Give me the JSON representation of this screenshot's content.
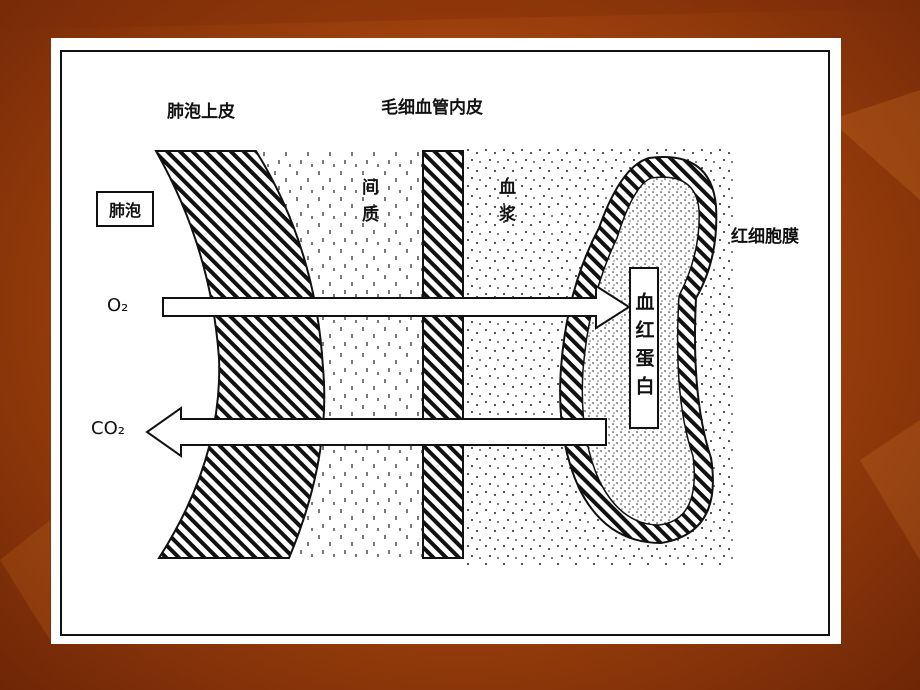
{
  "colors": {
    "background": "#a8480f",
    "slide": "#ffffff",
    "ink": "#111111"
  },
  "labels": {
    "alveolar_epithelium": "肺泡上皮",
    "capillary_endothelium": "毛细血管内皮",
    "alveolus": "肺泡",
    "interstitium": "间质",
    "plasma": "血浆",
    "rbc_membrane": "红细胞膜",
    "hemoglobin": "血红蛋白",
    "o2": "O₂",
    "co2": "CO₂"
  }
}
